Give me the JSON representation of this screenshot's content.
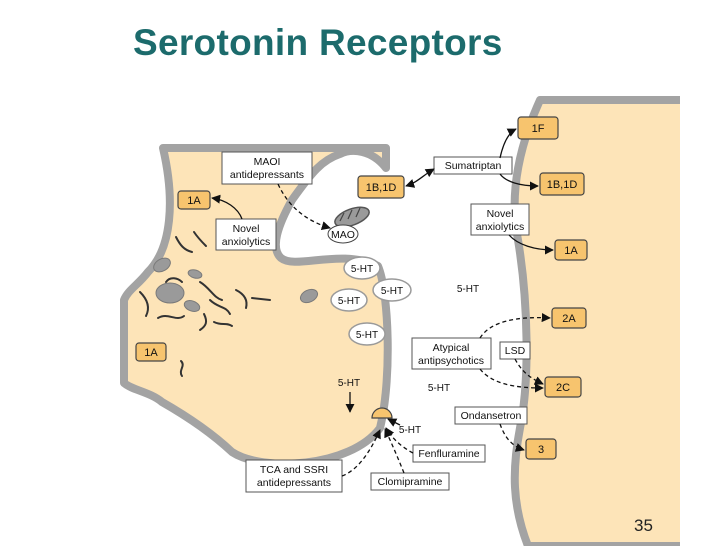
{
  "title": "Serotonin Receptors",
  "page_number": "35",
  "colors": {
    "title": "#1c6b6c",
    "cell_fill": "#fde4b8",
    "membrane": "#a3a3a3",
    "receptor": "#f7c46e"
  },
  "receptors": {
    "r_1a_top": "1A",
    "r_1a_left": "1A",
    "r_1b1d_pre": "1B,1D",
    "r_1f": "1F",
    "r_1b1d_post": "1B,1D",
    "r_1a_post": "1A",
    "r_2a": "2A",
    "r_2c": "2C",
    "r_3": "3"
  },
  "drugs": {
    "maoi": [
      "MAOI",
      "antidepressants"
    ],
    "novel_left": [
      "Novel",
      "anxiolytics"
    ],
    "sumatriptan": "Sumatriptan",
    "novel_right": [
      "Novel",
      "anxiolytics"
    ],
    "atypical": [
      "Atypical",
      "antipsychotics"
    ],
    "lsd": "LSD",
    "ondansetron": "Ondansetron",
    "fenfluramine": "Fenfluramine",
    "clomipramine": "Clomipramine",
    "tca_ssri": [
      "TCA and SSRI",
      "antidepressants"
    ]
  },
  "labels": {
    "mao": "MAO",
    "ht1": "5-HT",
    "ht2": "5-HT",
    "ht3": "5-HT",
    "ht4": "5-HT",
    "ht5": "5-HT",
    "ht6": "5-HT",
    "ht7": "5-HT",
    "ht8": "5-HT"
  }
}
